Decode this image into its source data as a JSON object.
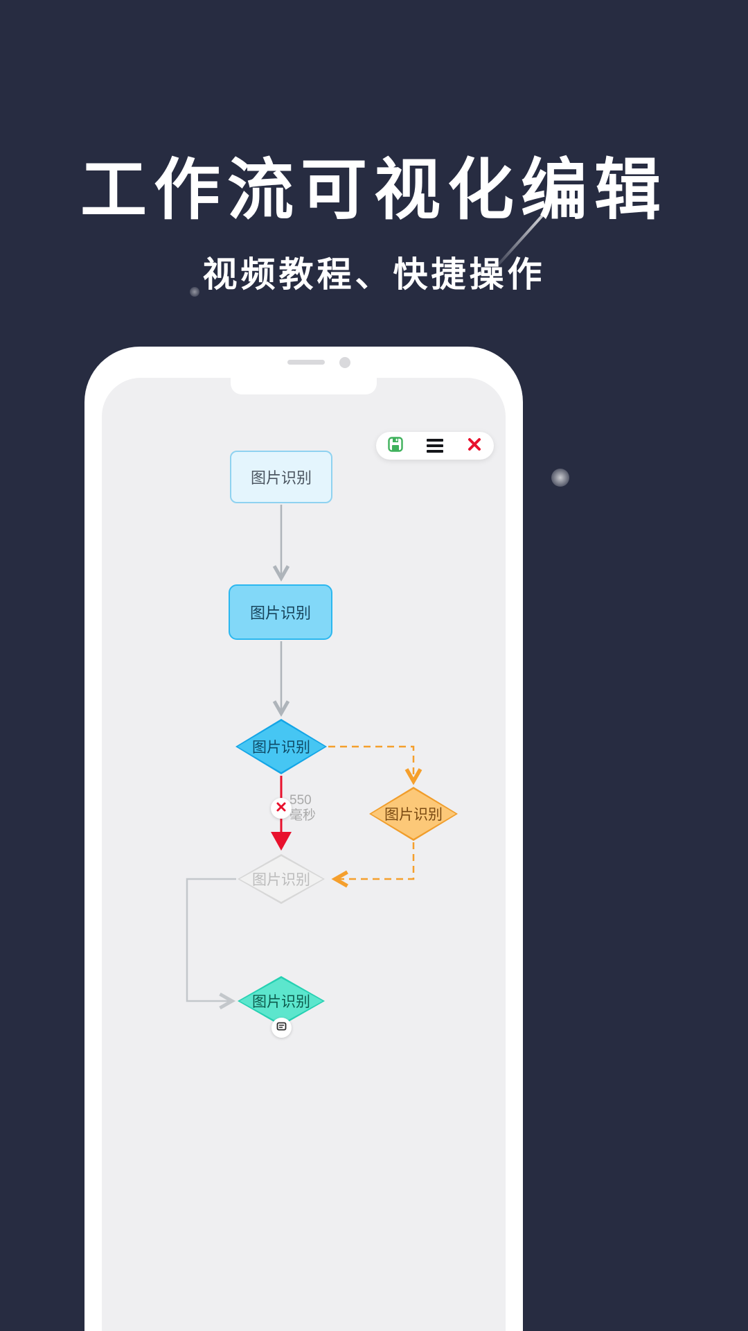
{
  "hero": {
    "title": "工作流可视化编辑",
    "subtitle": "视频教程、快捷操作"
  },
  "phone": {
    "toolbar": {
      "icons": [
        "save-icon",
        "menu-icon",
        "close-icon"
      ]
    },
    "flow": {
      "nodes": [
        {
          "label": "图片识别",
          "shape": "rounded-rect",
          "style": "light-blue"
        },
        {
          "label": "图片识别",
          "shape": "rounded-rect",
          "style": "blue"
        },
        {
          "label": "图片识别",
          "shape": "diamond",
          "style": "blue"
        },
        {
          "label": "图片识别",
          "shape": "diamond",
          "style": "orange"
        },
        {
          "label": "图片识别",
          "shape": "diamond",
          "style": "gray"
        },
        {
          "label": "图片识别",
          "shape": "diamond",
          "style": "teal"
        }
      ],
      "error_badge": {
        "value": "550",
        "unit": "毫秒"
      }
    }
  },
  "colors": {
    "background": "#272c41",
    "screen": "#efeff1",
    "accent_blue": "#2bb7ef",
    "accent_orange": "#f59f2c",
    "accent_red": "#e8112d",
    "accent_teal": "#26d0b2",
    "accent_green": "#3fb15c"
  }
}
